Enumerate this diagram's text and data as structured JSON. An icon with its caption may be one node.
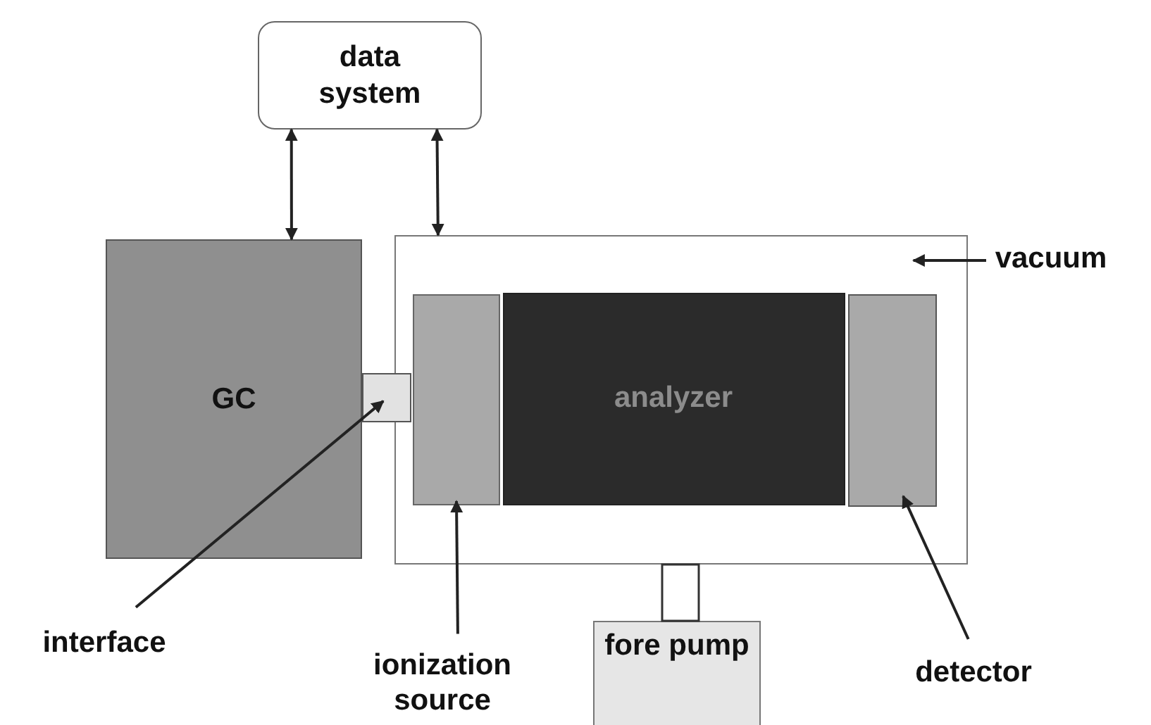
{
  "diagram": {
    "nodes": [
      {
        "text": [
          "data system"
        ]
      },
      {
        "text": [
          "GC"
        ]
      },
      {
        "text": [],
        "shape": "box"
      },
      {
        "text": [],
        "shape": "box"
      },
      {
        "text": [],
        "shape": "box",
        "in": 2
      },
      {
        "text": [
          "analyzer"
        ],
        "in": 2
      },
      {
        "text": [],
        "shape": "box",
        "in": 2
      },
      {
        "text": [
          "vacuum"
        ]
      },
      {
        "text": [
          "interface"
        ]
      },
      {
        "text": [
          "ionization source"
        ]
      },
      {
        "text": [
          "fore pump"
        ]
      },
      {
        "text": [
          "detector"
        ]
      }
    ],
    "edges": [
      {
        "from": 0,
        "to": 1,
        "arrow": "both"
      },
      {
        "from": 0,
        "to": 2,
        "arrow": "both"
      },
      {
        "from": 7,
        "to": 2,
        "arrow": "to"
      },
      {
        "from": 8,
        "to": 3,
        "arrow": "to"
      },
      {
        "from": 9,
        "to": 4,
        "arrow": "to"
      },
      {
        "from": 11,
        "to": 6,
        "arrow": "to"
      }
    ]
  }
}
